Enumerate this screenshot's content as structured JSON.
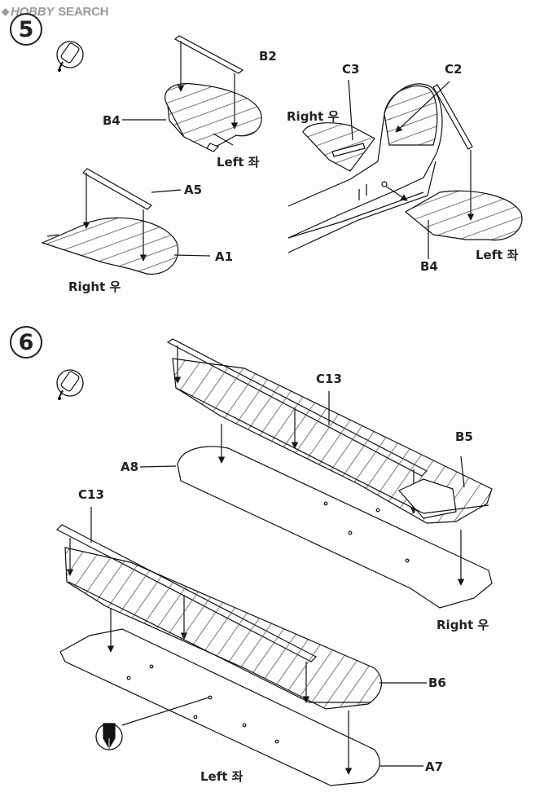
{
  "watermark": {
    "text": "HOBBY",
    "text2": "SEARCH"
  },
  "steps": [
    {
      "number": "5",
      "labels": {
        "b2": "B2",
        "b4_a": "B4",
        "left_a": "Left 좌",
        "a5": "A5",
        "a1": "A1",
        "right_a": "Right 우",
        "c3": "C3",
        "c2": "C2",
        "right_b": "Right 우",
        "left_b": "Left 좌",
        "b4_b": "B4"
      }
    },
    {
      "number": "6",
      "labels": {
        "c13_a": "C13",
        "b5": "B5",
        "a8": "A8",
        "c13_b": "C13",
        "right": "Right 우",
        "b6": "B6",
        "left": "Left 좌",
        "a7": "A7"
      }
    }
  ],
  "icons": {
    "cement": "cement-tube-icon",
    "marker": "marker-pen-icon"
  }
}
